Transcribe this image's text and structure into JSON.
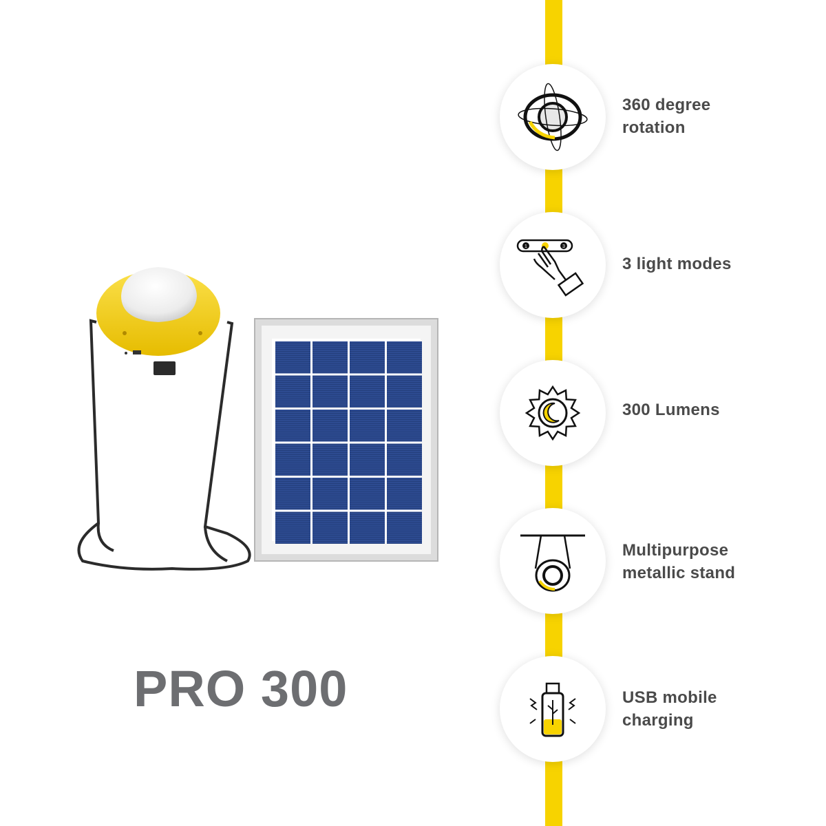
{
  "product_name": "PRO 300",
  "colors": {
    "accent": "#f7d300",
    "text": "#4a4a4a",
    "title": "#6d6e71",
    "panel_cells": "#2c4a8e"
  },
  "features": [
    {
      "icon": "rotation-360-icon",
      "line1": "360 degree",
      "line2": "rotation"
    },
    {
      "icon": "hand-press-button-icon",
      "line1": "3 light modes",
      "line2": ""
    },
    {
      "icon": "sun-moon-icon",
      "line1": "300 Lumens",
      "line2": ""
    },
    {
      "icon": "hanging-lamp-stand-icon",
      "line1": "Multipurpose",
      "line2": "metallic stand"
    },
    {
      "icon": "usb-charging-icon",
      "line1": "USB mobile",
      "line2": "charging"
    }
  ],
  "mode_button_labels": [
    "1",
    "3"
  ]
}
